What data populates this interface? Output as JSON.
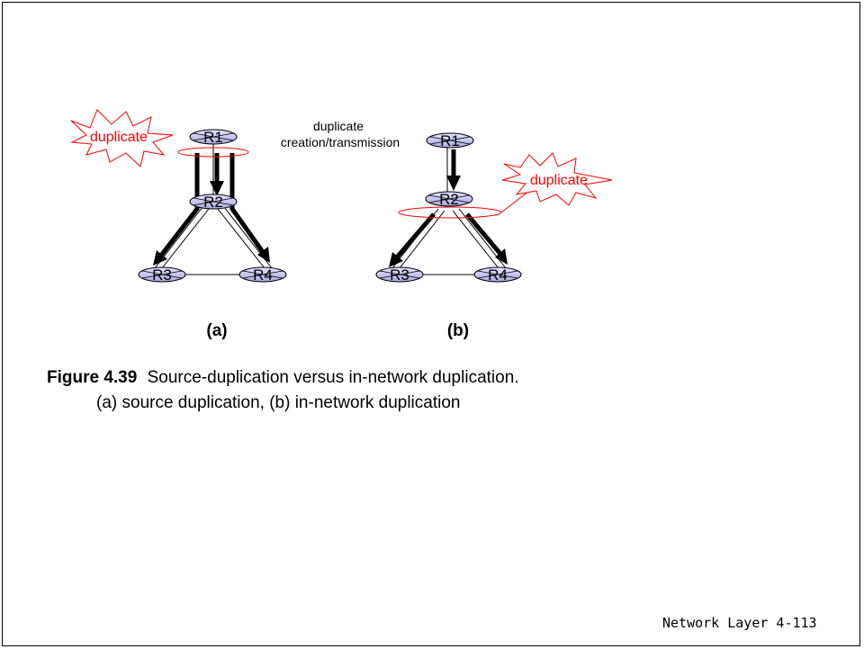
{
  "center_label": {
    "line1": "duplicate",
    "line2": "creation/transmission"
  },
  "diagram_a": {
    "label": "(a)",
    "burst_text": "duplicate",
    "routers": [
      "R1",
      "R2",
      "R3",
      "R4"
    ]
  },
  "diagram_b": {
    "label": "(b)",
    "burst_text": "duplicate",
    "routers": [
      "R1",
      "R2",
      "R3",
      "R4"
    ]
  },
  "caption": {
    "figure_number": "Figure 4.39",
    "line1_text": "Source-duplication versus in-network duplication.",
    "line2_text": "(a) source duplication, (b) in-network duplication"
  },
  "footer": "Network Layer 4-113",
  "colors": {
    "router_fill": "#c8c8f0",
    "burst": "#ff0000",
    "ring": "#ff0000",
    "arrow": "#000000"
  }
}
